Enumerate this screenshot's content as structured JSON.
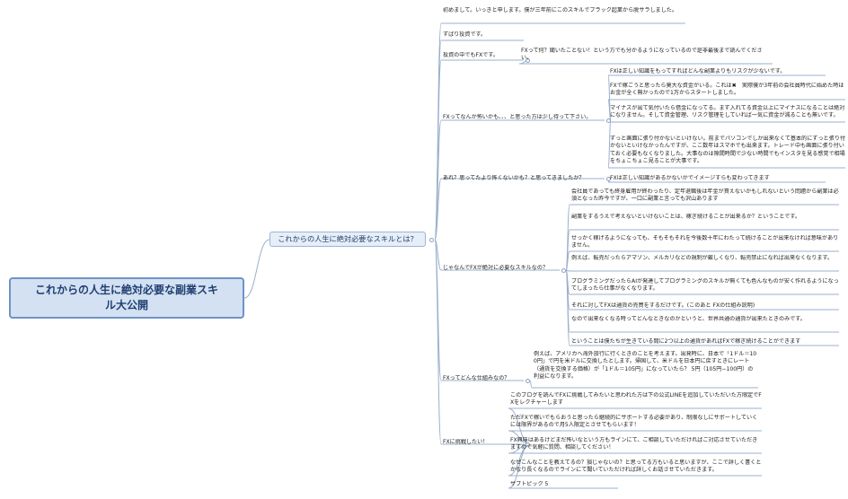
{
  "root": {
    "label": "これからの人生に絶対必要な副業スキル大公開"
  },
  "main": {
    "label": "これからの人生に絶対必要なスキルとは？"
  },
  "branches": [
    {
      "id": "b0",
      "label": "初めまして。いっきと申します。僕が三年前にこのスキルでブラック起業から脱サラしました。"
    },
    {
      "id": "b1",
      "label": "ずばり投資です。"
    },
    {
      "id": "b2",
      "label": "投資の中でもFXです。",
      "children": [
        {
          "id": "b2c0",
          "label": "FXって何？聞いたことない！という方でも分かるようになっているので是非最後まで読んでください。"
        }
      ]
    },
    {
      "id": "b3",
      "label": "FXってなんか怖いかも、、、と思った方は少し待って下さい。",
      "children": [
        {
          "id": "b3c0",
          "label": "FXは正しい知識をもってすればどんな副業よりもリスクが少ないです。"
        },
        {
          "id": "b3c1",
          "label": "FXで稼ごうと思ったら莫大な資金がいる。これは✖　実際僕が3年前の会社員時代に始めた時はお金が全く無かったので1万からスタートしました。"
        },
        {
          "id": "b3c2",
          "label": "マイナスが出て気付いたら借金になってる。まず入れてる資金以上にマイナスになることは絶対になりません。そして資金管理、リスク管理をしていれば一気に資金が減ることも無いです。"
        },
        {
          "id": "b3c3",
          "label": "ずっと画面に張り付かないといけない。前までパソコンでしか出来なくて基本的にずっと張り付かないといけなかったんですが、ここ数年はスマホでも出来ます。トレード中も画面に張り付いておく必要もなくなりました。大事なのは隙間時間で少ない時間でもインスタを見る感覚で相場をちょこちょこ見ることが大事です。"
        }
      ]
    },
    {
      "id": "b4",
      "label": "あれ？思ってたより怖くないかも？と思ってきましたか？",
      "children": [
        {
          "id": "b4c0",
          "label": "FXは正しい知識があるかないかでイメージすらも変わってきます"
        }
      ]
    },
    {
      "id": "b5",
      "label": "じゃなんでFXが絶対に必要なスキルなの？",
      "children": [
        {
          "id": "b5c0",
          "label": "会社員であっても終身雇用が終わったり、定年退職後は年金が貰えないかもしれないという問題から副業は必須となった昨今ですが、一口に副業と言っても沢山あります"
        },
        {
          "id": "b5c1",
          "label": "副業をするうえで考えないといけないことは、稼ぎ続けることが出来るか？ということです。"
        },
        {
          "id": "b5c2",
          "label": "せっかく稼げるようになっても、そもそもそれを今後数十年にわたって続けることが出来なければ意味がありません。"
        },
        {
          "id": "b5c3",
          "label": "例えば、転売だったらアマゾン、メルカリなどの規制が厳しくなり、転売禁止になれば出来なくなります。"
        },
        {
          "id": "b5c4",
          "label": "プログラミングだったらAIが発達してプログラミングのスキルが無くても色んなものが安く作れるようになってしまったら仕事がなくなります。"
        },
        {
          "id": "b5c5",
          "label": "それに対してFXは通貨の売買をするだけです。(このあと FXの仕組み説明)"
        },
        {
          "id": "b5c6",
          "label": "なので出来なくなる時ってどんなときなのかというと、世界共通の通貨が出来たときのみです。"
        },
        {
          "id": "b5c7",
          "label": "ということは僕たちが生きている間に2つ以上の通貨があればFXで稼ぎ続けることができます"
        }
      ]
    },
    {
      "id": "b6",
      "label": "FXってどんな仕組みなの？",
      "children": [
        {
          "id": "b6c0",
          "label": "例えば、アメリカへ海外旅行に行くときのことを考えます。出発時に、日本で「1ドル＝100円」で円を米ドルに交換したとします。帰国して、米ドルを日本円に戻すときにレート（通貨を交換する価格）が「1ドル＝105円」になっていたら？ 5円（105円−100円）の利益になります。"
        }
      ]
    },
    {
      "id": "b7",
      "label": "FXに挑戦したい！",
      "children": [
        {
          "id": "b7c0",
          "label": "このブログを読んでFXに挑戦してみたいと思われた方は下の公式LINEを追加していただいた方限定でFXをレクチャーします"
        },
        {
          "id": "b7c1",
          "label": "ただFXで稼いでもらおうと思ったら継続的にサポートする必要があり、制限なしにサポートしていくには限界があるので月5人限定とさせてもらいます！"
        },
        {
          "id": "b7c2",
          "label": "FX興味はあるけどまだ怖いなという方もラインにて、ご相談していただければご対応させていただきますので気軽に質問、相談してください！"
        },
        {
          "id": "b7c3",
          "label": "なぜこんなことを教えてるの？損じゃないの？と思ってる方もいると思いますが、ここで詳しく書くとかなり長くなるのでラインにて聞いていただければ詳しくお話させていただきます。"
        },
        {
          "id": "b7c4",
          "label": "サブトピック 5"
        }
      ]
    }
  ],
  "colors": {
    "line": "#9bb0cc",
    "root_fill": "#d3e1f3",
    "root_border": "#6f93c6",
    "text": "#1f3f70"
  }
}
